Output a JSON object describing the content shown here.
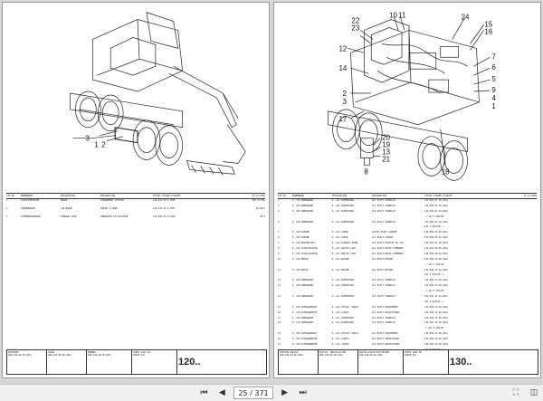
{
  "left_page": {
    "callouts": [
      "1",
      "2",
      "3"
    ],
    "headers": [
      "STK NR.",
      "BENENNUNG",
      "DESCRIPTION",
      "DESIGNATION",
      "TEXTEL.FIGURE,PLANCHE",
      "05.12.2005"
    ],
    "rows": [
      [
        "1",
        "SCHALTERPOSTEN",
        "BRAKE",
        "CHANGEMENT VITESSE",
        "120.947.00.0.1000",
        "350.75.05L"
      ],
      [
        "2",
        "PORSENUNGEN",
        "CAR BRAKE",
        "PREIN A CARRE",
        "120.947.00.0.1007",
        "20.96L7"
      ],
      [
        "3",
        "SCHMERNUSRUNGEN",
        "FORWARD GEAR",
        "DERNEGAGE DE ROTATION",
        "120.960.02.0.1040",
        "00.5"
      ]
    ],
    "titleblock": {
      "col1": [
        "GETRIEBE",
        "000.120.00.00.2041"
      ],
      "col2": [
        "GEARS",
        "000.120.00.00.2041"
      ],
      "col3": [
        "RENNEN",
        "000.120.00.00.2041"
      ],
      "col4": [
        "TEREX 1404 5W",
        "SERIE 041"
      ],
      "page_no": "120.."
    }
  },
  "right_page": {
    "callouts": [
      "22",
      "23",
      "10",
      "11",
      "24",
      "15",
      "16",
      "12",
      "14",
      "7",
      "6",
      "5",
      "9",
      "4",
      "2",
      "3",
      "1",
      "17",
      "20",
      "19",
      "13",
      "21",
      "8",
      "18"
    ],
    "headers": [
      "STK NR.",
      "BENENNUNG",
      "DESCRIPTION",
      "DESIGNATION",
      "TEXTEL.FIGURE,PLANCHE",
      "15.12.2005"
    ],
    "rows": [
      [
        "1",
        "E.-SCH.OBERWAGEN",
        "E.-ACC.SUPERSTRUC.",
        "ACC.ELECT.TOURELLE",
        "130.056.01.00.2041",
        ""
      ],
      [
        "2",
        "E.-SCH.OBERWAGEN",
        "E.-ACC.SUPERSTRUC.",
        "ACC.ELECT.TOURELLE",
        "130.056.01.05.2041",
        ""
      ],
      [
        "3",
        "E.-SCH.OBERWAGEN",
        "E.-ACC.SUPERSTRUC.",
        "ACC.ELECT.TOURELLE",
        "130.056.01.10.2041",
        ""
      ],
      [
        "",
        "",
        "",
        "",
        "-> 241 5 001707",
        ""
      ],
      [
        "4",
        "E.-SCH.OBERWAGEN",
        "E.-ACC.SUPERSTRUC.",
        "ACC.ELECT.TOURELLE",
        "130.056.02.10.2041",
        ""
      ],
      [
        "",
        "",
        "",
        "",
        "241 5 001748 ->",
        ""
      ],
      [
        "5",
        "E.-SCH.KABINE",
        "E.-ACC.CABIN",
        "ACCESS ELECT.CABINE",
        "130.056.06.00.2041",
        ""
      ],
      [
        "6",
        "E.-SCH.KABINE",
        "E.-ACC.CABIN",
        "ACC.ELECT.CABINE",
        "130.056.06.01.2041",
        ""
      ],
      [
        "7",
        "E.-SCH.BEDIEN-PULT",
        "E.-ACC.CONTROL PANEL",
        "ACC.ELECT.PUPITRE DE COM",
        "130.056.07.00.2041",
        ""
      ],
      [
        "8",
        "E.-SCH.SCHALTKASTEN",
        "E.-ACC.SWITCH CASE",
        "ACC.ELECT.BOITE COMMANDE",
        "130.056.08.00.2041",
        ""
      ],
      [
        "9",
        "E.-SCH.SCHALTKASTEN",
        "E.-ACC.SWITCH CASE",
        "ACC.ELECT.BOITE COMMANDE",
        "130.056.08.01.2041",
        ""
      ],
      [
        "10",
        "E.-SCH.MOTOR",
        "E.-ACC.ENGINE",
        "ACC.ELECT.MOTEUR",
        "130.056.10.00.2041",
        ""
      ],
      [
        "",
        "",
        "",
        "",
        "-> 241 5 001707",
        ""
      ],
      [
        "11",
        "E.-SCH.MOTOR",
        "E.-ACC.ENGINE",
        "ACC.ELECT.MOTEUR",
        "130.056.10.10.2041",
        ""
      ],
      [
        "",
        "",
        "",
        "",
        "241 5 001748 ->",
        ""
      ],
      [
        "12",
        "E.-SCH.OBERWAGEN",
        "E.-ACC.SUPERSTRUC.",
        "ACC.ELECT.TOURELLE",
        "130.056.11.00.2041",
        ""
      ],
      [
        "13",
        "E.-SCH.OBERWAGEN",
        "E.-ACC.SUPERSTRUC.",
        "ACC.ELECT.TOURELLE",
        "130.056.12.00.2041",
        ""
      ],
      [
        "",
        "",
        "",
        "",
        "-> 241 5 001707",
        ""
      ],
      [
        "14",
        "E.-SCH.OBERWAGEN",
        "E.-ACC.SUPERSTRUC.",
        "ACC.ELECT.TOURELLE",
        "130.056.12.10.2041",
        ""
      ],
      [
        "",
        "",
        "",
        "",
        "241 5 001748 ->",
        ""
      ],
      [
        "15",
        "E.-SCH.AUFBAUGERAET",
        "E.-ACC.ATTACH. EQUIP.",
        "ACC.ELECT.EQUIPEMENT",
        "130.056.13.00.2041",
        ""
      ],
      [
        "16",
        "E.-SCH.SCHEINWERFER",
        "E.-ACC.LIGHTS",
        "ACC.ELECT.PROJECTEURS",
        "130.056.14.00.2041",
        ""
      ],
      [
        "17",
        "E.-SCH.OBERWAGEN",
        "E.-ACC.SUPERSTRUC.",
        "ACC.ELECT.TOURELLE",
        "130.056.15.00.2041",
        ""
      ],
      [
        "18",
        "E.-SCH.OBERWAGEN",
        "E.-ACC.SUPERSTRUC.",
        "ACC.ELECT.TOURELLE",
        "130.056.16.00.2041",
        ""
      ],
      [
        "",
        "",
        "",
        "",
        "-> 241 5 001707",
        ""
      ],
      [
        "19",
        "E.-SCH.AUFBAUGERAET",
        "E.-ACC.ATTACH. EQUIP.",
        "ACC.ELECT.EQUIPEMENT",
        "130.056.17.00.2041",
        ""
      ],
      [
        "20",
        "E.-SCH.SCHEINWERFER",
        "E.-ACC.LIGHTS",
        "ACC.ELECT.PROJECTEURS",
        "130.056.18.00.2041",
        ""
      ],
      [
        "21",
        "E.-SCH.SCHEINWERFER",
        "E.-ACC.LIGHTS",
        "ACC.ELECT.PROJECTEURS",
        "130.056.19.00.2041",
        ""
      ],
      [
        "",
        "",
        "",
        "",
        "241 5 001748 ->",
        ""
      ]
    ],
    "titleblock": {
      "col1": [
        "ELEKTRO-ANLAGE",
        "000.130.00.00.2041"
      ],
      "col2": [
        "ELECTR. INSTALLATION",
        "000.130.00.00.2041"
      ],
      "col3": [
        "INSTALLATION ELECTRIQUE",
        "000.130.00.00.2041"
      ],
      "col4": [
        "TEREX 1404 5W",
        "SERIE 041"
      ],
      "page_no": "130.."
    }
  },
  "toolbar": {
    "first_icon": "first-page-icon",
    "prev_icon": "previous-page-icon",
    "page_indicator": "25 / 371",
    "next_icon": "next-page-icon",
    "last_icon": "last-page-icon",
    "fit_icon": "fit-page-icon",
    "two_page_icon": "two-page-view-icon"
  }
}
